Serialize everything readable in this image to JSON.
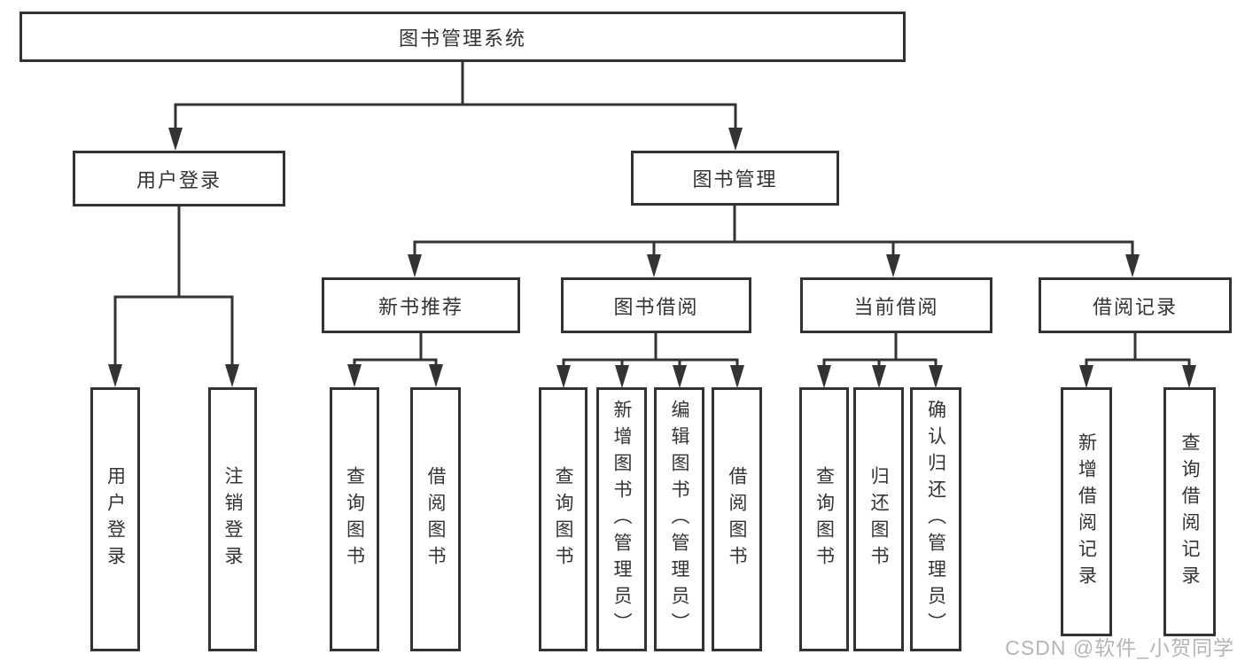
{
  "root": {
    "label": "图书管理系统"
  },
  "level2": {
    "user_login": "用户登录",
    "book_mgmt": "图书管理"
  },
  "level3": {
    "new_books": "新书推荐",
    "borrow": "图书借阅",
    "current": "当前借阅",
    "records": "借阅记录"
  },
  "leaves": {
    "user_login": [
      "用户登录",
      "注销登录"
    ],
    "new_books": [
      "查询图书",
      "借阅图书"
    ],
    "borrow": [
      "查询图书",
      "新增图书（管理员）",
      "编辑图书（管理员）",
      "借阅图书"
    ],
    "current": [
      "查询图书",
      "归还图书",
      "确认归还（管理员）"
    ],
    "records": [
      "新增借阅记录",
      "查询借阅记录"
    ]
  },
  "watermark": {
    "text": "CSDN @软件_小贺同学"
  },
  "colors": {
    "line": "#333333",
    "text": "#333333",
    "background": "#ffffff",
    "watermark": "#b5b5b5"
  }
}
